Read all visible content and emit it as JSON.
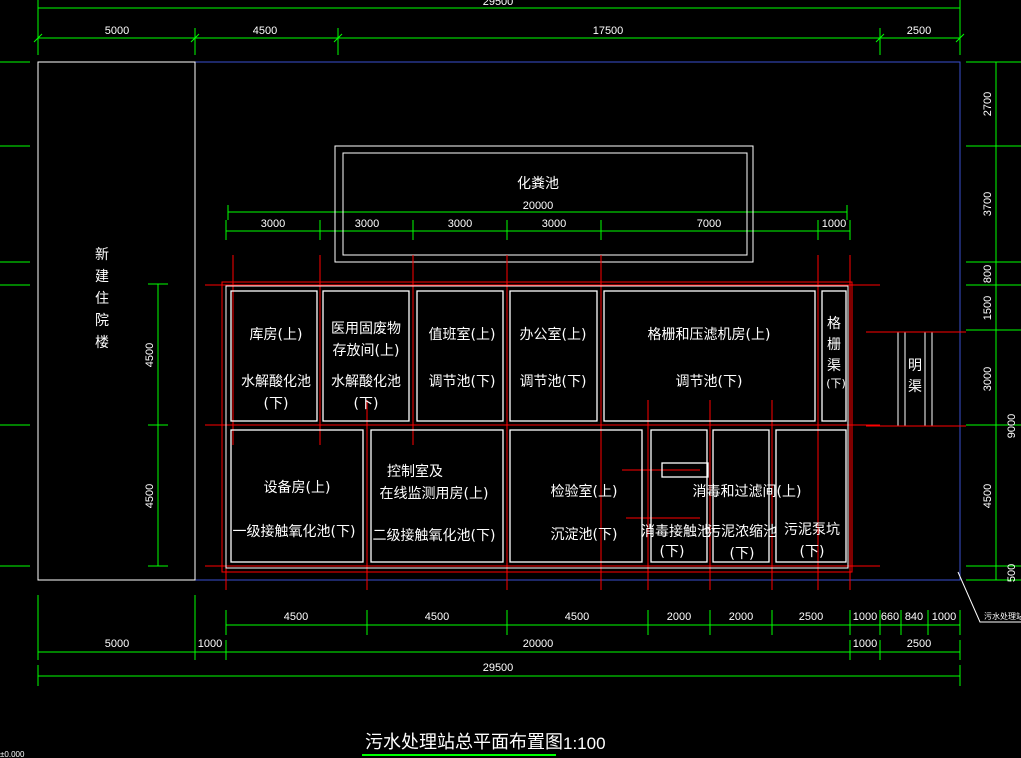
{
  "drawing": {
    "title": "污水处理站总平面布置图",
    "scale": "1:100",
    "side_label": "污水处理站出",
    "corner_label": "±0.000"
  },
  "dims": {
    "top_total": "29500",
    "top_5000": "5000",
    "top_4500": "4500",
    "top_17500": "17500",
    "top_2500": "2500",
    "septic_len": "20000",
    "r3000a": "3000",
    "r3000b": "3000",
    "r3000c": "3000",
    "r3000d": "3000",
    "r7000": "7000",
    "r1000": "1000",
    "b4500a": "4500",
    "b4500b": "4500",
    "b4500c": "4500",
    "b2000a": "2000",
    "b2000b": "2000",
    "b2500": "2500",
    "b1000": "1000",
    "b660": "660",
    "b840": "840",
    "b1000b": "1000",
    "bb5000": "5000",
    "bb1000": "1000",
    "bb20000": "20000",
    "bb1000b": "1000",
    "bb2500": "2500",
    "bottom_total": "29500",
    "left_4500a": "4500",
    "left_4500b": "4500",
    "right_2700": "2700",
    "right_3700": "3700",
    "right_800": "800",
    "right_1500": "1500",
    "right_3000": "3000",
    "right_9000": "9000",
    "right_4500": "4500",
    "right_500": "500"
  },
  "building": {
    "label_lines": [
      "新",
      "建",
      "住",
      "院",
      "楼"
    ]
  },
  "septic": {
    "label": "化粪池"
  },
  "rooms": {
    "r1": {
      "l1": "库房(上)",
      "l2": "水解酸化池",
      "l3": "(下)"
    },
    "r2": {
      "l1": "医用固废物",
      "l2": "存放间(上)",
      "l3": "水解酸化池",
      "l4": "(下)"
    },
    "r3": {
      "l1": "值班室(上)",
      "l2": "调节池(下)"
    },
    "r4": {
      "l1": "办公室(上)",
      "l2": "调节池(下)"
    },
    "r5": {
      "l1": "格栅和压滤机房(上)",
      "l2": "调节池(下)"
    },
    "r6": {
      "lines": [
        "格",
        "栅",
        "渠"
      ],
      "l4": "(下)"
    },
    "r7": {
      "l1": "设备房(上)",
      "l2": "一级接触氧化池(下)"
    },
    "r8": {
      "l1": "控制室及",
      "l2": "在线监测用房(上)",
      "l3": "二级接触氧化池(下)"
    },
    "r9": {
      "l1": "检验室(上)",
      "l2": "沉淀池(下)"
    },
    "r10": {
      "l1": "消毒和过滤间(上)"
    },
    "r11": {
      "l1": "消毒接触池",
      "l2": "(下)"
    },
    "r12": {
      "l1": "污泥浓缩池",
      "l2": "(下)"
    },
    "r13": {
      "l1": "污泥泵坑",
      "l2": "(下)"
    }
  },
  "channel": {
    "lines": [
      "明",
      "渠"
    ]
  },
  "colors": {
    "background": "#000000",
    "dimension": "#00ff00",
    "wall": "#ffffff",
    "gridline": "#ff0000",
    "site": "#3a4fd0",
    "text": "#ffffff"
  }
}
